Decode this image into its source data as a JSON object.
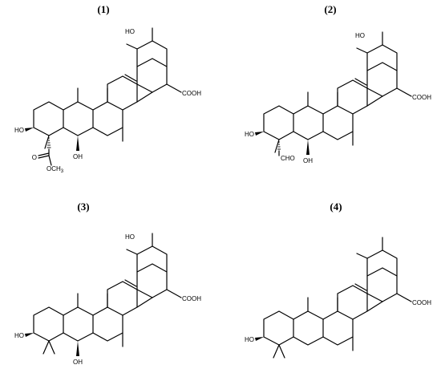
{
  "compounds": [
    {
      "number": "(1)",
      "labels": {
        "tert_oh": "HO",
        "acid": "COOH",
        "oh3": "HO",
        "oh6": "OH",
        "ester_o": "O",
        "ester_ome": "OCH",
        "ester_sub": "3"
      }
    },
    {
      "number": "(2)",
      "labels": {
        "tert_oh": "HO",
        "acid": "COOH",
        "oh3": "HO",
        "oh6": "OH",
        "aldehyde": "CHO"
      }
    },
    {
      "number": "(3)",
      "labels": {
        "tert_oh": "HO",
        "acid": "COOH",
        "oh3": "HO",
        "oh6": "OH"
      }
    },
    {
      "number": "(4)",
      "labels": {
        "acid": "COOH",
        "oh3": "HO"
      }
    }
  ]
}
